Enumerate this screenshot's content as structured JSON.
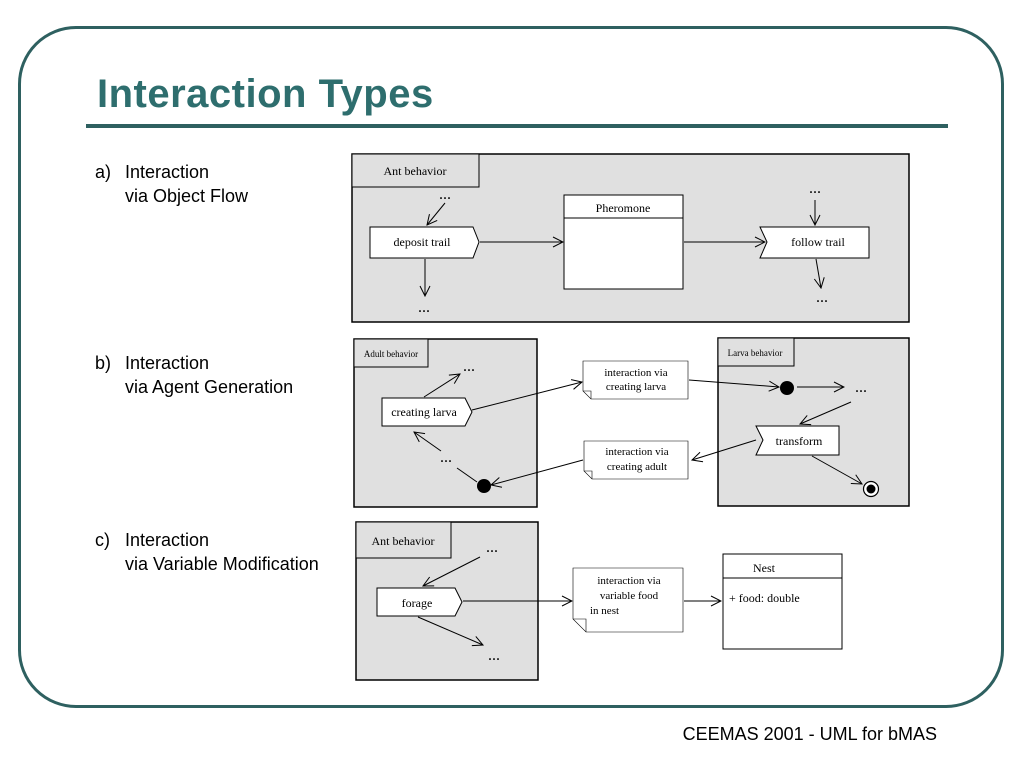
{
  "slide": {
    "title": "Interaction Types",
    "footer": "CEEMAS 2001 - UML for bMAS"
  },
  "items": [
    {
      "marker": "a)",
      "line1": "Interaction",
      "line2": "via Object Flow"
    },
    {
      "marker": "b)",
      "line1": "Interaction",
      "line2": "via Agent Generation"
    },
    {
      "marker": "c)",
      "line1": "Interaction",
      "line2": "via Variable Modification"
    }
  ],
  "diagram_a": {
    "frame_label": "Ant behavior",
    "ellipsis": "...",
    "action_send": "deposit trail",
    "object_name": "Pheromone",
    "action_receive": "follow trail"
  },
  "diagram_b": {
    "adult_frame_label": "Adult behavior",
    "larva_frame_label": "Larva behavior",
    "ellipsis": "...",
    "action_creating_larva": "creating larva",
    "note_creating_larva": [
      "interaction via",
      "creating larva"
    ],
    "note_creating_adult": [
      "interaction via",
      "creating adult"
    ],
    "action_transform": "transform"
  },
  "diagram_c": {
    "frame_label": "Ant behavior",
    "ellipsis": "...",
    "action_forage": "forage",
    "note": [
      "interaction via",
      "variable food",
      "in nest"
    ],
    "class_name": "Nest",
    "class_attribute": "+ food: double"
  }
}
